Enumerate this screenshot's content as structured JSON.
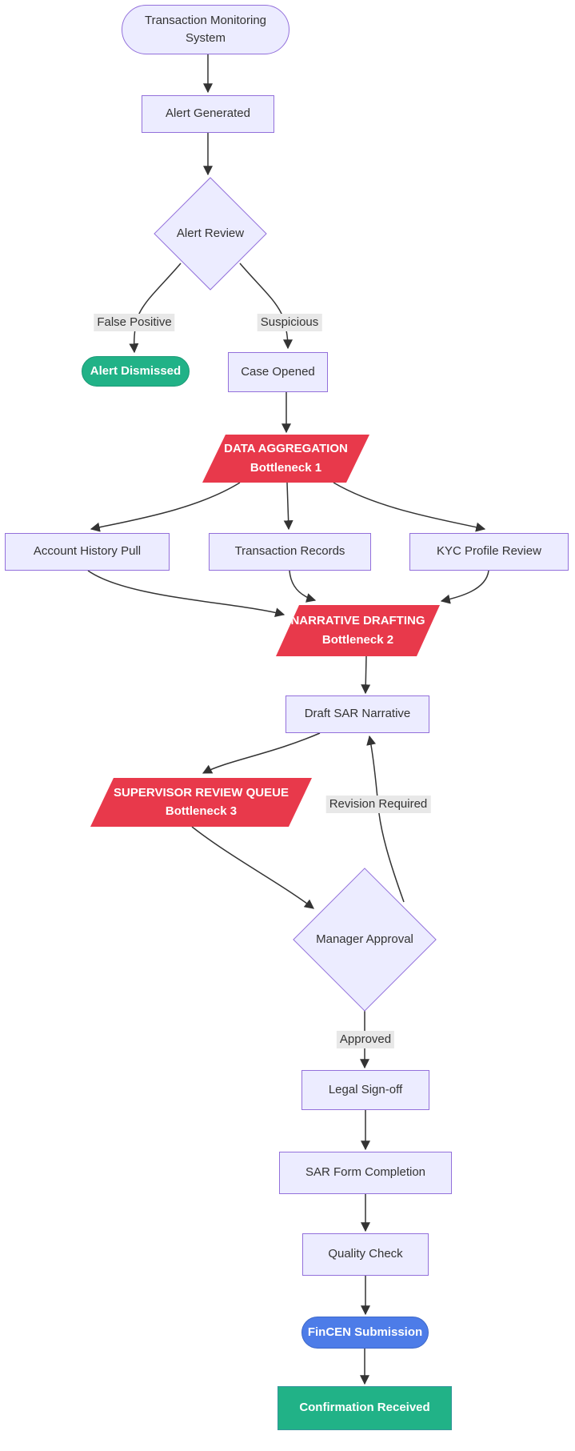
{
  "diagram_type": "flowchart",
  "colors": {
    "process_fill": "#ECECFF",
    "process_border": "#9370DB",
    "bottleneck_fill": "#E8394B",
    "success_fill": "#21B287",
    "submission_fill": "#4D7CE8",
    "edge_label_bg": "#E8E8E8",
    "edge_stroke": "#333333",
    "text_dark": "#333333",
    "text_light": "#FFFFFF"
  },
  "nodes": {
    "transaction_monitoring_system": {
      "label": "Transaction Monitoring System",
      "type": "stadium"
    },
    "alert_generated": {
      "label": "Alert Generated",
      "type": "rect"
    },
    "alert_review": {
      "label": "Alert Review",
      "type": "diamond"
    },
    "alert_dismissed": {
      "label": "Alert Dismissed",
      "type": "stadium-green"
    },
    "case_opened": {
      "label": "Case Opened",
      "type": "rect"
    },
    "data_aggregation": {
      "line1": "DATA AGGREGATION",
      "line2": "Bottleneck 1",
      "type": "parallelogram-red"
    },
    "account_history_pull": {
      "label": "Account History Pull",
      "type": "rect"
    },
    "transaction_records": {
      "label": "Transaction Records",
      "type": "rect"
    },
    "kyc_profile_review": {
      "label": "KYC Profile Review",
      "type": "rect"
    },
    "narrative_drafting": {
      "line1": "NARRATIVE DRAFTING",
      "line2": "Bottleneck 2",
      "type": "parallelogram-red"
    },
    "draft_sar_narrative": {
      "label": "Draft SAR Narrative",
      "type": "rect"
    },
    "supervisor_review_queue": {
      "line1": "SUPERVISOR REVIEW QUEUE",
      "line2": "Bottleneck 3",
      "type": "parallelogram-red"
    },
    "manager_approval": {
      "label": "Manager Approval",
      "type": "diamond"
    },
    "legal_signoff": {
      "label": "Legal Sign-off",
      "type": "rect"
    },
    "sar_form_completion": {
      "label": "SAR Form Completion",
      "type": "rect"
    },
    "quality_check": {
      "label": "Quality Check",
      "type": "rect"
    },
    "fincen_submission": {
      "label": "FinCEN Submission",
      "type": "stadium-blue"
    },
    "confirmation_received": {
      "label": "Confirmation Received",
      "type": "rect-green"
    }
  },
  "edges": [
    {
      "from": "Transaction Monitoring System",
      "to": "Alert Generated",
      "label": ""
    },
    {
      "from": "Alert Generated",
      "to": "Alert Review",
      "label": ""
    },
    {
      "from": "Alert Review",
      "to": "Alert Dismissed",
      "label": "False Positive"
    },
    {
      "from": "Alert Review",
      "to": "Case Opened",
      "label": "Suspicious"
    },
    {
      "from": "Case Opened",
      "to": "DATA AGGREGATION Bottleneck 1",
      "label": ""
    },
    {
      "from": "DATA AGGREGATION Bottleneck 1",
      "to": "Account History Pull",
      "label": ""
    },
    {
      "from": "DATA AGGREGATION Bottleneck 1",
      "to": "Transaction Records",
      "label": ""
    },
    {
      "from": "DATA AGGREGATION Bottleneck 1",
      "to": "KYC Profile Review",
      "label": ""
    },
    {
      "from": "Account History Pull",
      "to": "NARRATIVE DRAFTING Bottleneck 2",
      "label": ""
    },
    {
      "from": "Transaction Records",
      "to": "NARRATIVE DRAFTING Bottleneck 2",
      "label": ""
    },
    {
      "from": "KYC Profile Review",
      "to": "NARRATIVE DRAFTING Bottleneck 2",
      "label": ""
    },
    {
      "from": "NARRATIVE DRAFTING Bottleneck 2",
      "to": "Draft SAR Narrative",
      "label": ""
    },
    {
      "from": "Draft SAR Narrative",
      "to": "SUPERVISOR REVIEW QUEUE Bottleneck 3",
      "label": ""
    },
    {
      "from": "SUPERVISOR REVIEW QUEUE Bottleneck 3",
      "to": "Manager Approval",
      "label": ""
    },
    {
      "from": "Manager Approval",
      "to": "Draft SAR Narrative",
      "label": "Revision Required"
    },
    {
      "from": "Manager Approval",
      "to": "Legal Sign-off",
      "label": "Approved"
    },
    {
      "from": "Legal Sign-off",
      "to": "SAR Form Completion",
      "label": ""
    },
    {
      "from": "SAR Form Completion",
      "to": "Quality Check",
      "label": ""
    },
    {
      "from": "Quality Check",
      "to": "FinCEN Submission",
      "label": ""
    },
    {
      "from": "FinCEN Submission",
      "to": "Confirmation Received",
      "label": ""
    }
  ]
}
